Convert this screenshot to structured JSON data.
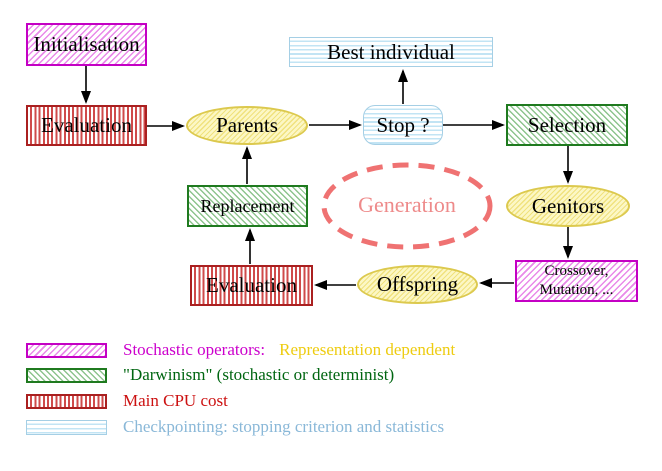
{
  "nodes": {
    "initialisation": {
      "label": "Initialisation"
    },
    "evaluation_top": {
      "label": "Evaluation"
    },
    "parents": {
      "label": "Parents"
    },
    "best_individual": {
      "label": "Best individual"
    },
    "stop": {
      "label": "Stop ?"
    },
    "selection": {
      "label": "Selection"
    },
    "genitors": {
      "label": "Genitors"
    },
    "crossover_mutation": {
      "line1": "Crossover,",
      "line2": "Mutation, ..."
    },
    "offspring": {
      "label": "Offspring"
    },
    "evaluation_bottom": {
      "label": "Evaluation"
    },
    "replacement": {
      "label": "Replacement"
    },
    "generation": {
      "label": "Generation"
    }
  },
  "legend": {
    "items": [
      {
        "pattern": "magenta-diagonal-hatch",
        "label": "Stochastic operators:",
        "label2": "Representation dependent"
      },
      {
        "pattern": "green-diagonal-hatch",
        "label": "\"Darwinism\" (stochastic or determinist)"
      },
      {
        "pattern": "red-vertical-stripes",
        "label": "Main CPU cost"
      },
      {
        "pattern": "cyan-horizontal-stripes",
        "label": "Checkpointing: stopping criterion and statistics"
      }
    ]
  },
  "colors": {
    "stochastic_magenta": "#cc00cc",
    "representation_yellow": "#eecc11",
    "darwinism_green": "#006611",
    "cpu_cost_red": "#cc1111",
    "checkpointing_blue": "#8ab8d8",
    "generation_salmon": "#ee8a8a",
    "arrow_black": "#000000"
  }
}
